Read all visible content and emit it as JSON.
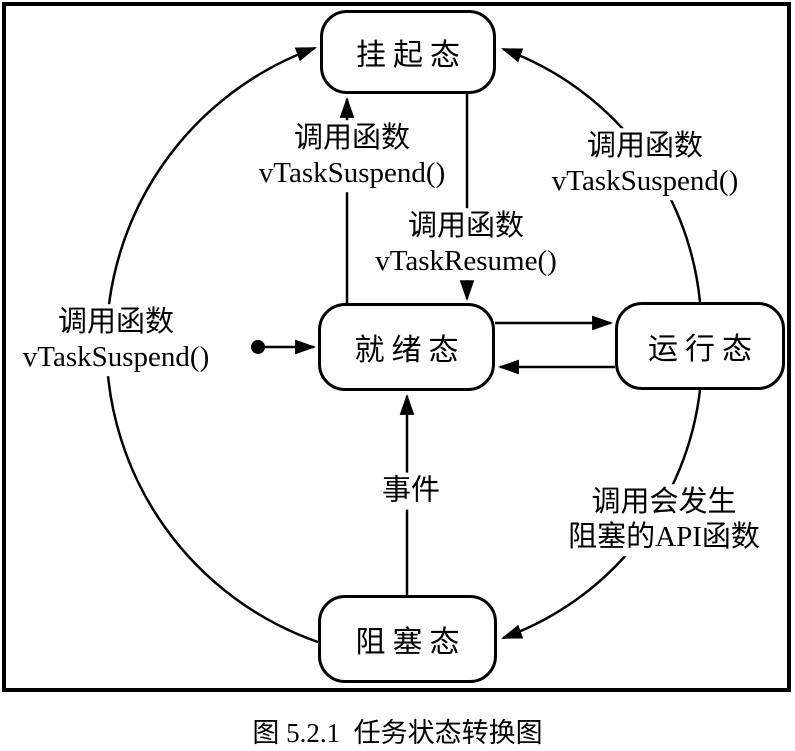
{
  "figure": {
    "caption": "图 5.2.1  任务状态转换图",
    "colors": {
      "stroke": "#000000",
      "background": "#ffffff"
    }
  },
  "diagram": {
    "states": {
      "suspended": {
        "label": "挂起态"
      },
      "ready": {
        "label": "就绪态"
      },
      "running": {
        "label": "运行态"
      },
      "blocked": {
        "label": "阻塞态"
      }
    },
    "transitions": {
      "ready_to_suspended": {
        "line1": "调用函数",
        "line2": "vTaskSuspend()"
      },
      "suspended_to_ready": {
        "line1": "调用函数",
        "line2": "vTaskResume()"
      },
      "running_to_suspended": {
        "line1": "调用函数",
        "line2": "vTaskSuspend()"
      },
      "blocked_to_suspended": {
        "line1": "调用函数",
        "line2": "vTaskSuspend()"
      },
      "running_to_blocked": {
        "line1": "调用会发生",
        "line2": "阻塞的API函数"
      },
      "blocked_to_ready": {
        "line1": "事件"
      },
      "initial_to_ready": {
        "line1": ""
      }
    }
  }
}
